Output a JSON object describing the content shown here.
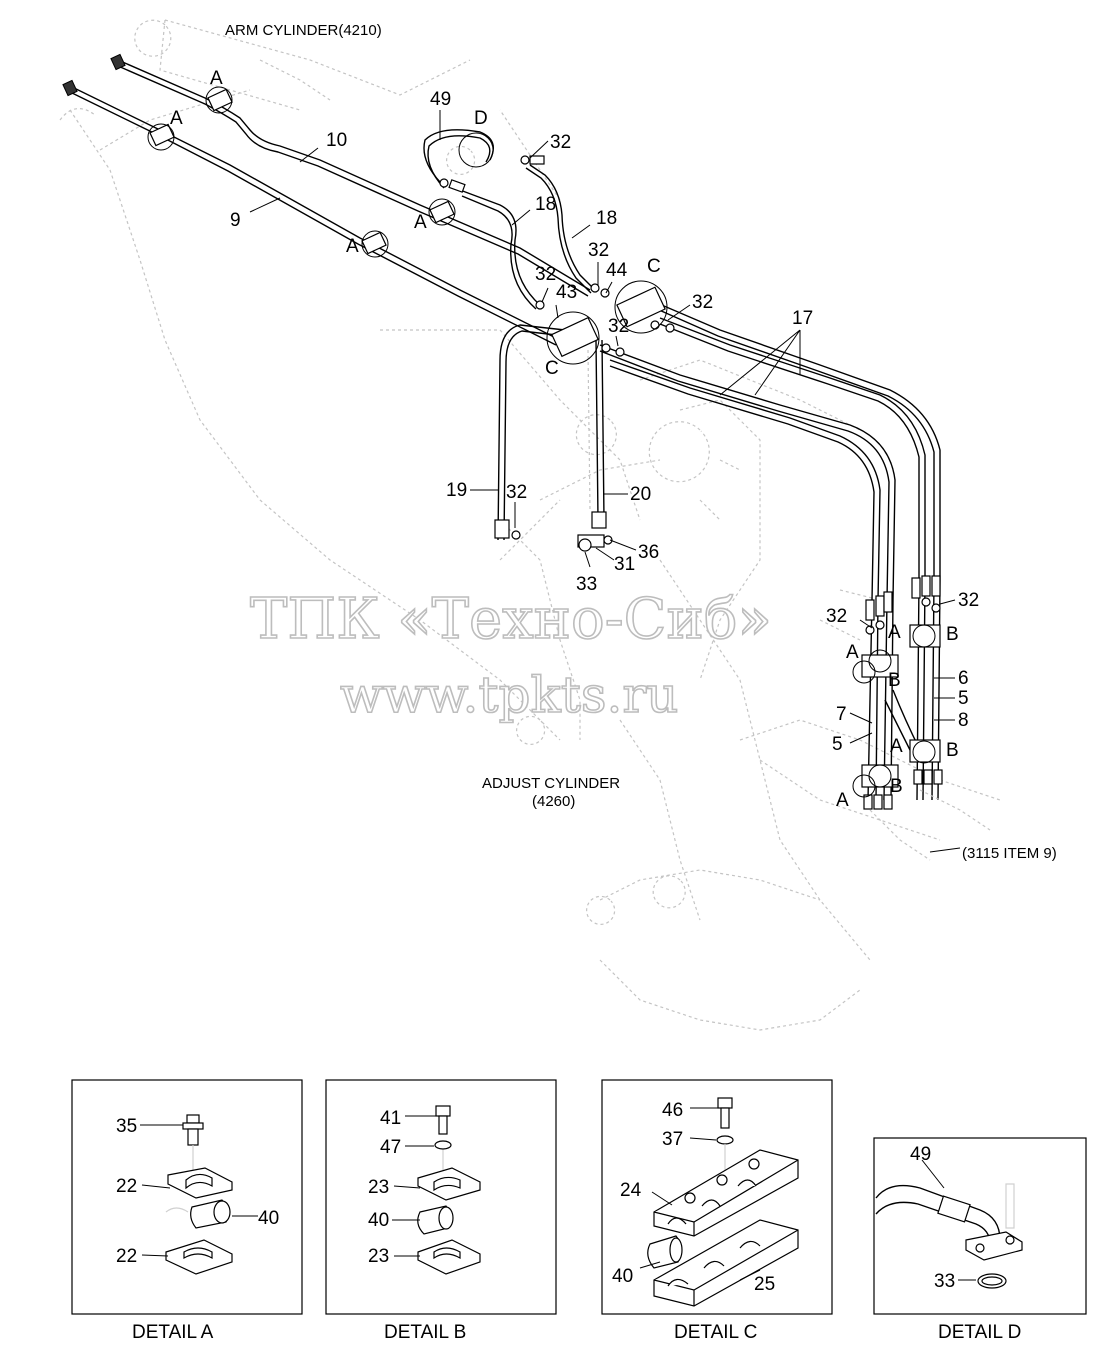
{
  "titles": {
    "arm_cylinder": "ARM CYLINDER(4210)",
    "adjust_cylinder_line1": "ADJUST CYLINDER",
    "adjust_cylinder_line2": "(4260)",
    "ref_item": "(3115 ITEM 9)"
  },
  "watermark": {
    "line1": "ТПК «Техно-Сиб»",
    "line2": "www.tpkts.ru"
  },
  "callouts": {
    "n49": "49",
    "D": "D",
    "n32_top": "32",
    "A1": "A",
    "A2": "A",
    "n10": "10",
    "n9": "9",
    "A3": "A",
    "A4": "A",
    "n18a": "18",
    "n18b": "18",
    "n32_b": "32",
    "n44": "44",
    "C1": "C",
    "n32_c": "32",
    "n43": "43",
    "n32_d": "32",
    "n32_e": "32",
    "C2": "C",
    "n17": "17",
    "n19": "19",
    "n32_f": "32",
    "n20": "20",
    "n36": "36",
    "n31": "31",
    "n33": "33",
    "n32_g": "32",
    "n32_h": "32",
    "A5": "A",
    "B1": "B",
    "A6": "A",
    "B2": "B",
    "n6": "6",
    "n5a": "5",
    "n7": "7",
    "n8": "8",
    "n5b": "5",
    "A7": "A",
    "B3": "B",
    "A8": "A",
    "B4": "B"
  },
  "details": {
    "a": {
      "caption": "DETAIL A",
      "n35": "35",
      "n22a": "22",
      "n40": "40",
      "n22b": "22"
    },
    "b": {
      "caption": "DETAIL B",
      "n41": "41",
      "n47": "47",
      "n23a": "23",
      "n40": "40",
      "n23b": "23"
    },
    "c": {
      "caption": "DETAIL C",
      "n46": "46",
      "n37": "37",
      "n24": "24",
      "n40": "40",
      "n25": "25"
    },
    "d": {
      "caption": "DETAIL D",
      "n49": "49",
      "n33": "33"
    }
  }
}
